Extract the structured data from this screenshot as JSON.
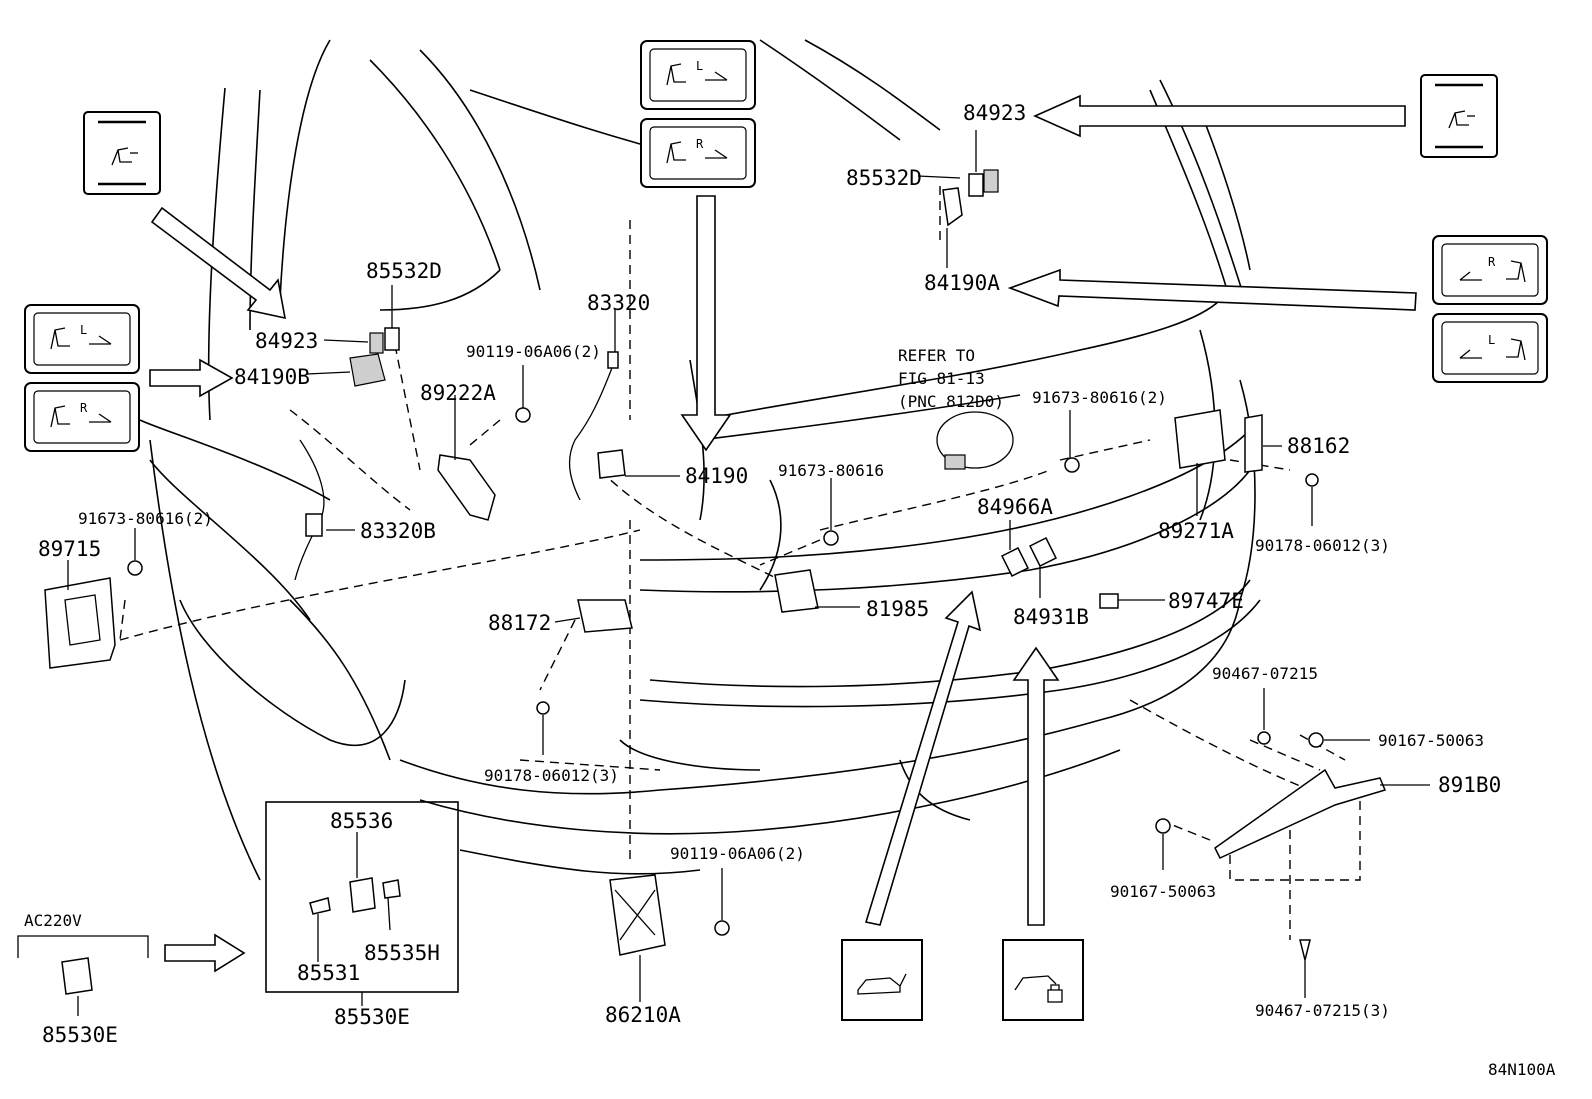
{
  "diagram_id": "84N100A",
  "labels": {
    "p84923_top": "84923",
    "p85532D_top": "85532D",
    "p84190A": "84190A",
    "p85532D_left": "85532D",
    "p84923_left": "84923",
    "p84190B": "84190B",
    "p89222A": "89222A",
    "p83320": "83320",
    "p90119_top": "90119-06A06(2)",
    "p84190": "84190",
    "p91673_80616": "91673-80616",
    "p91673_left": "91673-80616(2)",
    "p89715": "89715",
    "p83320B": "83320B",
    "p88172": "88172",
    "p81985": "81985",
    "p90178_bottom": "90178-06012(3)",
    "refer1": "REFER TO",
    "refer2": "FIG 81-13",
    "refer3": "(PNC 812D0)",
    "p91673_right": "91673-80616(2)",
    "p88162": "88162",
    "p89271A": "89271A",
    "p90178_right": "90178-06012(3)",
    "p84966A": "84966A",
    "p84931B": "84931B",
    "p89747E": "89747E",
    "p90467_top": "90467-07215",
    "p90167_right": "90167-50063",
    "p891B0": "891B0",
    "p90167_bottom": "90167-50063",
    "p90467_bottom": "90467-07215(3)",
    "p90119_bottom": "90119-06A06(2)",
    "p86210A": "86210A",
    "p85536": "85536",
    "p85531": "85531",
    "p85535H": "85535H",
    "p85530E_box": "85530E",
    "ac220v": "AC220V",
    "p85530E": "85530E"
  },
  "icons": [
    "seat-fold-icon",
    "seat-left-switch-icon",
    "seat-right-switch-icon",
    "back-door-open-icon",
    "back-door-lock-icon"
  ]
}
